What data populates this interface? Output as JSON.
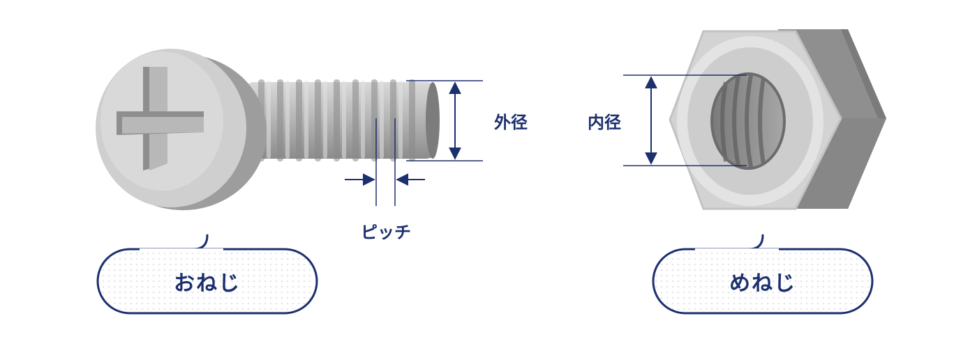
{
  "labels": {
    "outer_diameter": "外径",
    "pitch": "ピッチ",
    "inner_diameter": "内径"
  },
  "callouts": {
    "male_screw": "おねじ",
    "female_screw": "めねじ"
  },
  "colors": {
    "navy": "#1c2f6e",
    "metal_light": "#d6d6d6",
    "metal_mid": "#a9a9a9",
    "metal_dark": "#7d7d7d",
    "pill_dots": "#e6e8ee"
  },
  "icons": {
    "screw": "phillips-pan-head-screw-icon",
    "nut": "hex-nut-icon"
  }
}
